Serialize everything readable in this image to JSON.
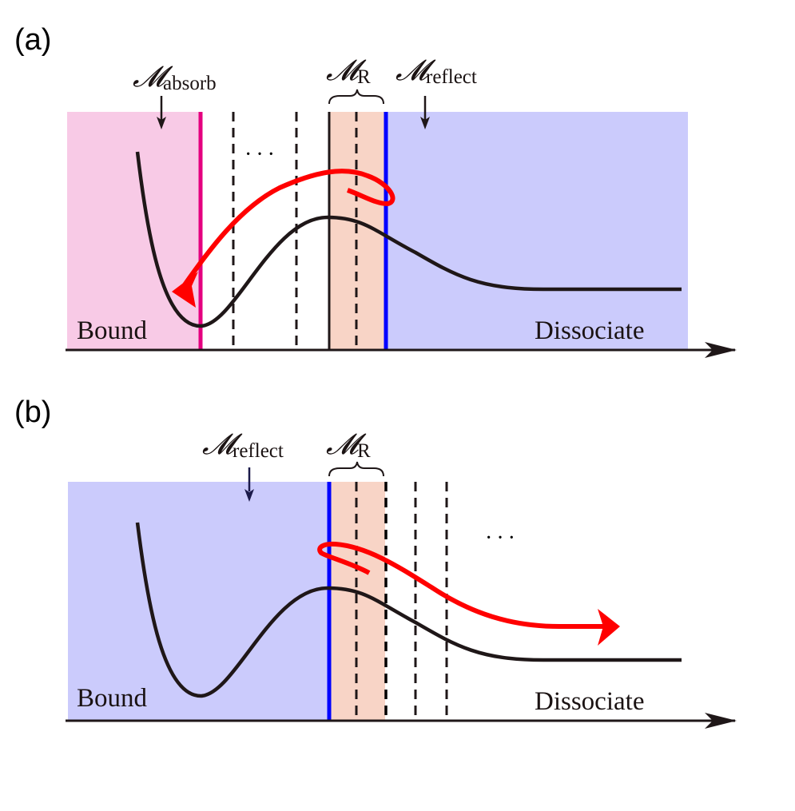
{
  "colors": {
    "absorb_region": "#f8cae6",
    "absorb_boundary": "#e4007f",
    "reflect_region": "#cbcbfc",
    "reflect_boundary": "#0000ff",
    "boundary_region": "#f8d4c6",
    "potential_curve": "#1f1718",
    "trajectory": "#ff0000",
    "arrow_navy": "#1b1a4a"
  },
  "panels": [
    {
      "label": "(a)",
      "annotations": {
        "absorb": {
          "symbol": "𝓜",
          "subscript": "absorb"
        },
        "boundary": {
          "symbol": "𝓜",
          "subscript": "R"
        },
        "reflect": {
          "symbol": "𝓜",
          "subscript": "reflect"
        }
      },
      "region_labels": {
        "left": "Bound",
        "right": "Dissociate"
      },
      "ellipsis": "···",
      "description": "Trajectory reflects at M_reflect boundary and returns to bound region, absorbed at M_absorb"
    },
    {
      "label": "(b)",
      "annotations": {
        "reflect": {
          "symbol": "𝓜",
          "subscript": "reflect"
        },
        "boundary": {
          "symbol": "𝓜",
          "subscript": "R"
        }
      },
      "region_labels": {
        "left": "Bound",
        "right": "Dissociate"
      },
      "ellipsis": "···",
      "description": "Trajectory reflects at M_reflect boundary and proceeds to dissociate region"
    }
  ]
}
